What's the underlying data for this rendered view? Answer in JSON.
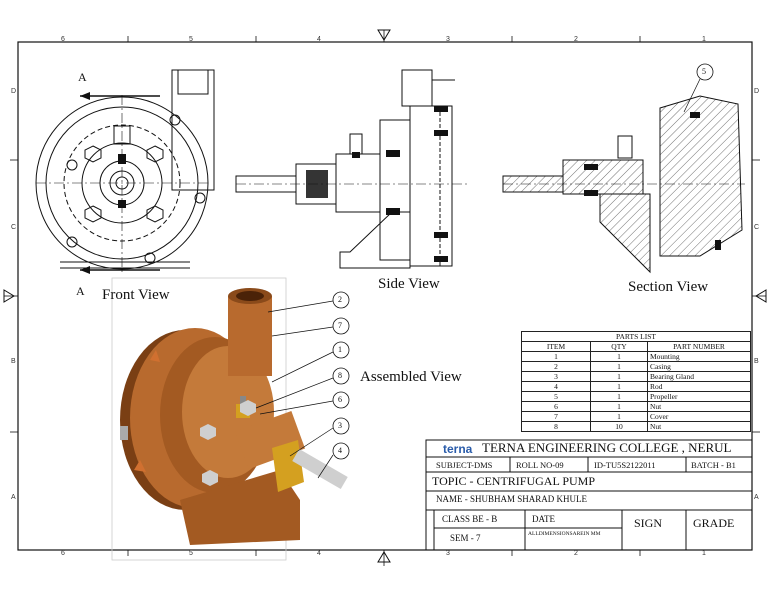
{
  "views": {
    "front": "Front View",
    "side": "Side View",
    "section": "Section View",
    "assembled": "Assembled View",
    "section_marker": "A"
  },
  "zones": {
    "columns": [
      "6",
      "5",
      "4",
      "3",
      "2",
      "1"
    ],
    "rows": [
      "D",
      "C",
      "B",
      "A"
    ]
  },
  "balloons": [
    "5",
    "2",
    "7",
    "1",
    "8",
    "6",
    "3",
    "4"
  ],
  "parts_list": {
    "title": "PARTS LIST",
    "headers": [
      "ITEM",
      "QTY",
      "PART NUMBER"
    ],
    "rows": [
      [
        "1",
        "1",
        "Mounting"
      ],
      [
        "2",
        "1",
        "Casing"
      ],
      [
        "3",
        "1",
        "Bearing Gland"
      ],
      [
        "4",
        "1",
        "Rod"
      ],
      [
        "5",
        "1",
        "Propeller"
      ],
      [
        "6",
        "1",
        "Nut"
      ],
      [
        "7",
        "1",
        "Cover"
      ],
      [
        "8",
        "10",
        "Nut"
      ]
    ]
  },
  "title_block": {
    "logo": "terna",
    "college": "TERNA ENGINEERING COLLEGE , NERUL",
    "subject": "SUBJECT-DMS",
    "roll": "ROLL NO-09",
    "id": "ID-TU5S2122011",
    "batch": "BATCH - B1",
    "topic": "TOPIC - CENTRIFUGAL PUMP",
    "name": "NAME - SHUBHAM SHARAD KHULE",
    "class": "CLASS BE - B",
    "date": "DATE",
    "sign": "SIGN",
    "grade": "GRADE",
    "sem": "SEM - 7",
    "note": "ALLDIMENSIONSAREIN MM"
  },
  "colors": {
    "copper": "#b86a2e",
    "copper_dark": "#7a3f14",
    "line": "#111111"
  }
}
